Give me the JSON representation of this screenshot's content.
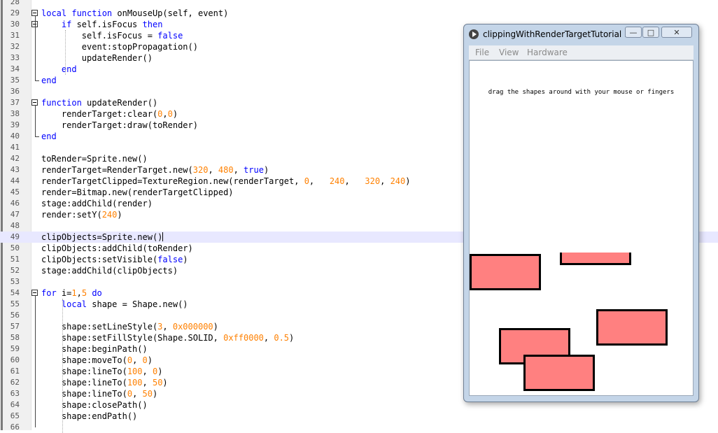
{
  "editor": {
    "current_line": 49,
    "lines": [
      {
        "num": "28",
        "html": ""
      },
      {
        "num": "29",
        "html": "<span class=\"kw\">local</span> <span class=\"kw\">function</span> onMouseUp(self, event)"
      },
      {
        "num": "30",
        "html": "    <span class=\"kw\">if</span> self.isFocus <span class=\"kw\">then</span>"
      },
      {
        "num": "31",
        "html": "        self.isFocus = <span class=\"kw\">false</span>"
      },
      {
        "num": "32",
        "html": "        event:stopPropagation()"
      },
      {
        "num": "33",
        "html": "        updateRender()"
      },
      {
        "num": "34",
        "html": "    <span class=\"kw\">end</span>"
      },
      {
        "num": "35",
        "html": "<span class=\"kw\">end</span>"
      },
      {
        "num": "36",
        "html": ""
      },
      {
        "num": "37",
        "html": "<span class=\"kw\">function</span> updateRender()"
      },
      {
        "num": "38",
        "html": "    renderTarget:clear(<span class=\"num\">0</span>,<span class=\"num\">0</span>)"
      },
      {
        "num": "39",
        "html": "    renderTarget:draw(toRender)"
      },
      {
        "num": "40",
        "html": "<span class=\"kw\">end</span>"
      },
      {
        "num": "41",
        "html": ""
      },
      {
        "num": "42",
        "html": "toRender=Sprite.new()"
      },
      {
        "num": "43",
        "html": "renderTarget=RenderTarget.new(<span class=\"num\">320</span>, <span class=\"num\">480</span>, <span class=\"kw\">true</span>)"
      },
      {
        "num": "44",
        "html": "renderTargetClipped=TextureRegion.new(renderTarget, <span class=\"num\">0</span>,   <span class=\"num\">240</span>,   <span class=\"num\">320</span>, <span class=\"num\">240</span>)"
      },
      {
        "num": "45",
        "html": "render=Bitmap.new(renderTargetClipped)"
      },
      {
        "num": "46",
        "html": "stage:addChild(render)"
      },
      {
        "num": "47",
        "html": "render:setY(<span class=\"num\">240</span>)"
      },
      {
        "num": "48",
        "html": ""
      },
      {
        "num": "49",
        "html": "clipObjects=Sprite.new()<span class=\"caret\"></span>"
      },
      {
        "num": "50",
        "html": "clipObjects:addChild(toRender)"
      },
      {
        "num": "51",
        "html": "clipObjects:setVisible(<span class=\"kw\">false</span>)"
      },
      {
        "num": "52",
        "html": "stage:addChild(clipObjects)"
      },
      {
        "num": "53",
        "html": ""
      },
      {
        "num": "54",
        "html": "<span class=\"kw\">for</span> i=<span class=\"num\">1</span>,<span class=\"num\">5</span> <span class=\"kw\">do</span>"
      },
      {
        "num": "55",
        "html": "    <span class=\"kw\">local</span> shape = Shape.new()"
      },
      {
        "num": "56",
        "html": ""
      },
      {
        "num": "57",
        "html": "    shape:setLineStyle(<span class=\"num\">3</span>, <span class=\"num\">0x000000</span>)"
      },
      {
        "num": "58",
        "html": "    shape:setFillStyle(Shape.SOLID, <span class=\"num\">0xff0000</span>, <span class=\"num\">0.5</span>)"
      },
      {
        "num": "59",
        "html": "    shape:beginPath()"
      },
      {
        "num": "60",
        "html": "    shape:moveTo(<span class=\"num\">0</span>, <span class=\"num\">0</span>)"
      },
      {
        "num": "61",
        "html": "    shape:lineTo(<span class=\"num\">100</span>, <span class=\"num\">0</span>)"
      },
      {
        "num": "62",
        "html": "    shape:lineTo(<span class=\"num\">100</span>, <span class=\"num\">50</span>)"
      },
      {
        "num": "63",
        "html": "    shape:lineTo(<span class=\"num\">0</span>, <span class=\"num\">50</span>)"
      },
      {
        "num": "64",
        "html": "    shape:closePath()"
      },
      {
        "num": "65",
        "html": "    shape:endPath()"
      },
      {
        "num": "66",
        "html": ""
      }
    ]
  },
  "player": {
    "title": "clippingWithRenderTargetTutorial ...",
    "buttons": {
      "minimize": "—",
      "maximize": "□",
      "close": "✕"
    },
    "menu": [
      "File",
      "View",
      "Hardware"
    ],
    "instructions": "drag the shapes around with your mouse or fingers"
  },
  "colors": {
    "shape_fill": "#ff8080",
    "keyword": "#0000ff",
    "number": "#ff8000"
  }
}
